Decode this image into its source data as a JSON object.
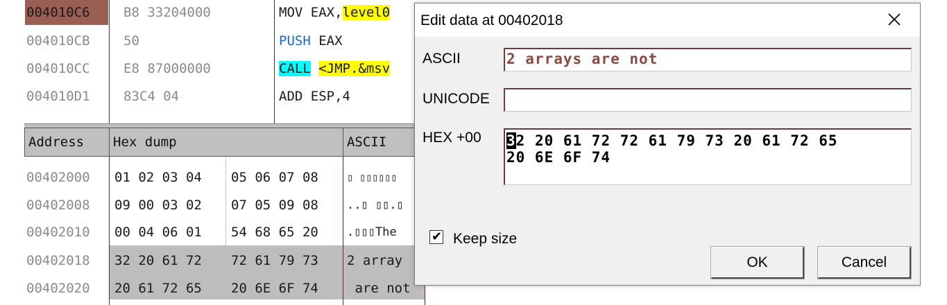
{
  "disasm": {
    "rows": [
      {
        "addr": "004010C6",
        "hex": "B8 33204000",
        "mnem": "MOV",
        "ops": "EAX,",
        "ops_hl": "level0"
      },
      {
        "addr": "004010CB",
        "hex": "50",
        "mnem": "PUSH",
        "ops": "EAX"
      },
      {
        "addr": "004010CC",
        "hex": "E8 87000000",
        "mnem": "CALL",
        "ops_hl": "<JMP.&msv"
      },
      {
        "addr": "004010D1",
        "hex": "83C4 04",
        "mnem": "ADD",
        "ops": "ESP,4"
      }
    ]
  },
  "dump": {
    "headers": {
      "address": "Address",
      "hex": "Hex dump",
      "ascii": "ASCII"
    },
    "rows": [
      {
        "addr": "00402000",
        "hex1": "01 02 03 04",
        "hex2": "05 06 07 08",
        "ascii": "▯ ▯▯▯▯▯▯"
      },
      {
        "addr": "00402008",
        "hex1": "09 00 03 02",
        "hex2": "07 05 09 08",
        "ascii": "..▯ ▯▯.▯"
      },
      {
        "addr": "00402010",
        "hex1": "00 04 06 01",
        "hex2": "54 68 65 20",
        "ascii": ".▯▯▯The"
      },
      {
        "addr": "00402018",
        "hex1": "32 20 61 72",
        "hex2": "72 61 79 73",
        "ascii": "2 array"
      },
      {
        "addr": "00402020",
        "hex1": "20 61 72 65",
        "hex2": "20 6E 6F 74",
        "ascii": " are not"
      }
    ]
  },
  "dialog": {
    "title": "Edit data at 00402018",
    "ascii_label": "ASCII",
    "ascii_value": "2 arrays are not",
    "unicode_label": "UNICODE",
    "unicode_value": "",
    "hex_label": "HEX +00",
    "hex_caret": "3",
    "hex_line1_rest": "2 20 61 72 72 61 79 73 20 61 72 65",
    "hex_line2": "20 6E 6F 74",
    "keep_size_label": "Keep size",
    "keep_size_checked": true,
    "ok_label": "OK",
    "cancel_label": "Cancel"
  },
  "colors": {
    "highlight_yellow": "#ffff00",
    "highlight_cyan": "#00ffff",
    "keyword_blue": "#1b68c8",
    "current_addr_bg": "#9b5e54",
    "selection_gray": "#bdbdbd",
    "ascii_field_text": "#8a4a40"
  }
}
